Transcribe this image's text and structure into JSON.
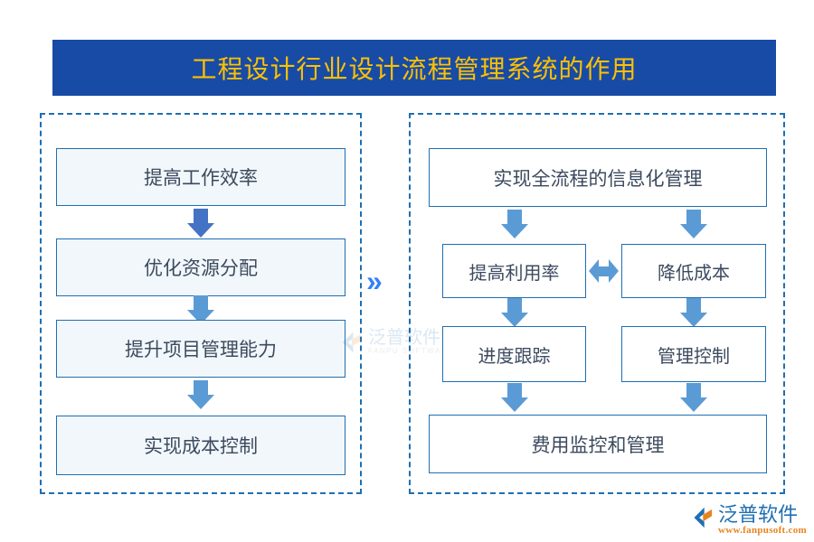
{
  "title": {
    "text": "工程设计行业设计流程管理系统的作用",
    "banner_color": "#174BA6",
    "text_color": "#FFC000"
  },
  "separator": {
    "glyph": "»",
    "color": "#3481F5"
  },
  "left_panel": {
    "boxes": [
      {
        "label": "提高工作效率"
      },
      {
        "label": "优化资源分配"
      },
      {
        "label": "提升项目管理能力"
      },
      {
        "label": "实现成本控制"
      }
    ],
    "arrows": [
      {
        "direction": "down",
        "color": "#4472C4"
      },
      {
        "direction": "down",
        "color": "#5B9BD5"
      },
      {
        "direction": "down",
        "color": "#5B9BD5"
      }
    ]
  },
  "right_panel": {
    "top_box": {
      "label": "实现全流程的信息化管理"
    },
    "row2": [
      {
        "label": "提高利用率"
      },
      {
        "label": "降低成本"
      }
    ],
    "row3": [
      {
        "label": "进度跟踪"
      },
      {
        "label": "管理控制"
      }
    ],
    "bottom_box": {
      "label": "费用监控和管理"
    },
    "bidirectional_arrow": {
      "direction": "left-right",
      "color": "#5B9BD5"
    },
    "arrows": [
      {
        "direction": "down",
        "color": "#5B9BD5"
      },
      {
        "direction": "down",
        "color": "#5B9BD5"
      },
      {
        "direction": "down",
        "color": "#5B9BD5"
      },
      {
        "direction": "down",
        "color": "#5B9BD5"
      },
      {
        "direction": "down",
        "color": "#5B9BD5"
      },
      {
        "direction": "down",
        "color": "#5B9BD5"
      }
    ]
  },
  "watermark": {
    "cn": "泛普软件",
    "en": "FANPU SOFTWARE"
  },
  "logo": {
    "cn": "泛普软件",
    "url": "www.fanpusoft.com",
    "brand_color": "#1F6FB2",
    "url_color": "#E8821E"
  },
  "theme": {
    "box_border": "#1F6FB2",
    "box_fill": "#F2F7FB",
    "box_text": "#3C4A5E",
    "panel_border": "#1F6FB2"
  }
}
